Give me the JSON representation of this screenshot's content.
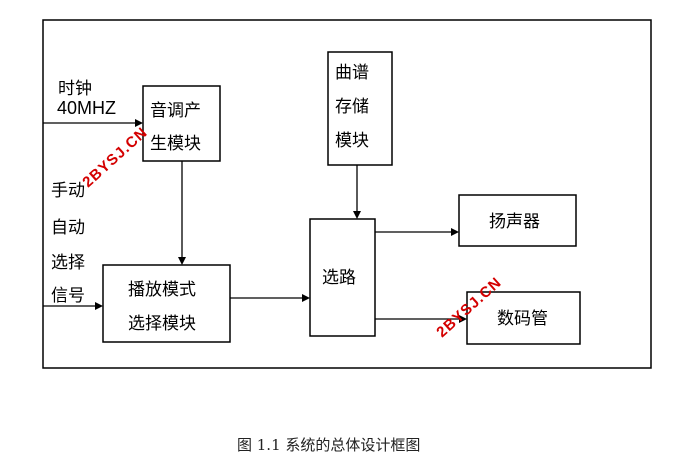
{
  "diagram": {
    "input_clock": {
      "line1": "时钟",
      "line2": "40MHZ"
    },
    "input_manual": [
      "手动",
      "自动",
      "选择",
      "信号"
    ],
    "tone_gen": [
      "音调产",
      "生模块"
    ],
    "score_store": [
      "曲谱",
      "存储",
      "模块"
    ],
    "play_select": [
      "播放模式",
      "选择模块"
    ],
    "router": "选路",
    "speaker": "扬声器",
    "display": "数码管",
    "watermark": "2BYSJ.CN"
  },
  "caption": "图 1.1  系统的总体设计框图"
}
